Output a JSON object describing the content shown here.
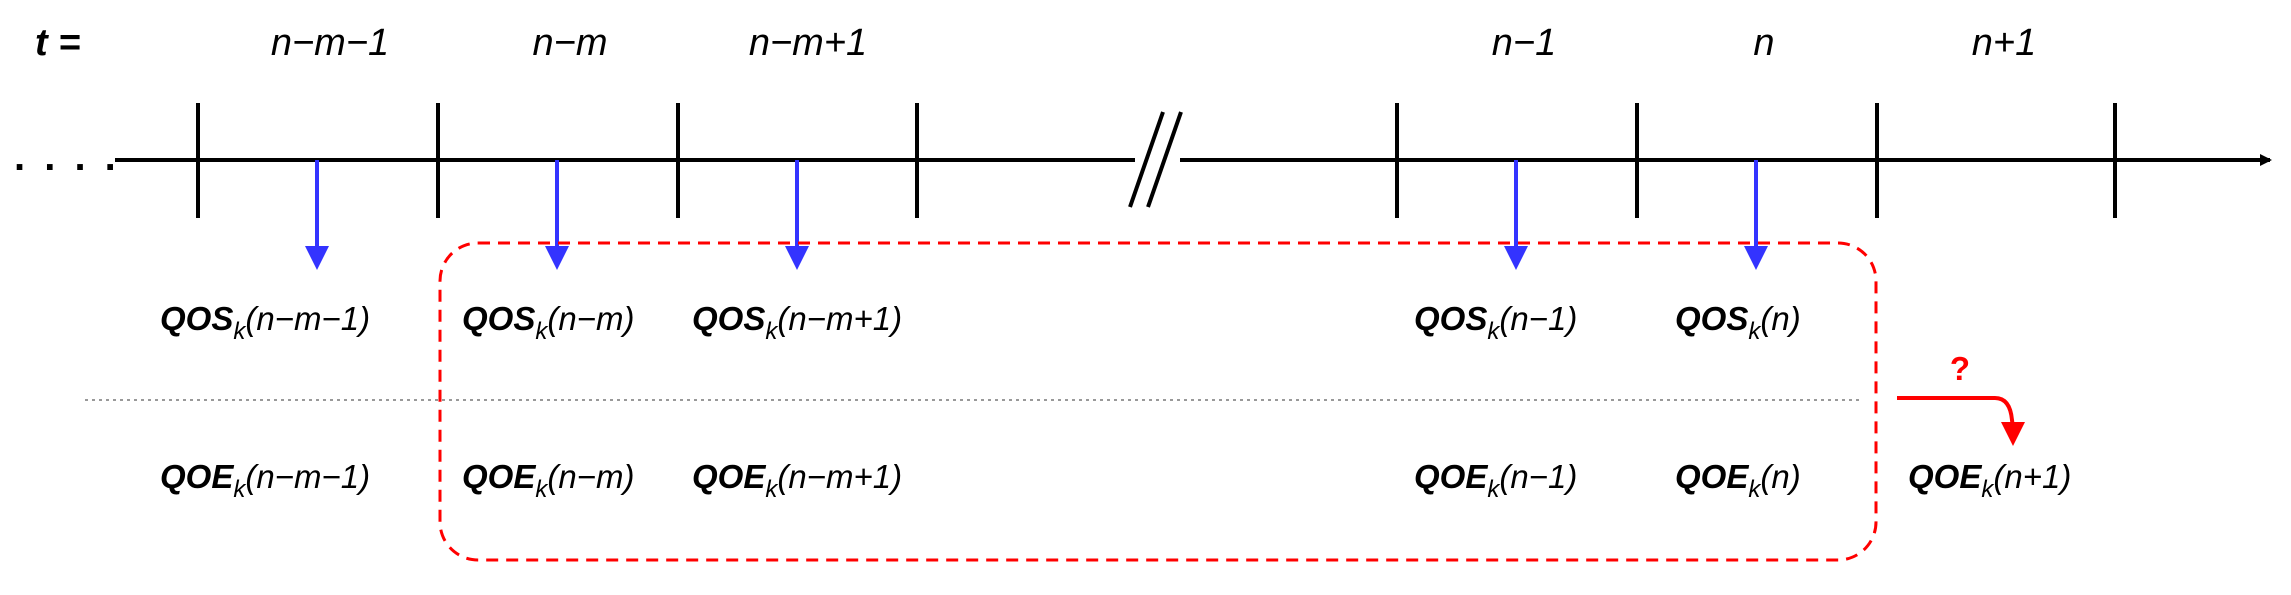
{
  "time_label": "t =",
  "ellipsis": ". . . .",
  "ticks": [
    "n−m−1",
    "n−m",
    "n−m+1",
    "n−1",
    "n",
    "n+1"
  ],
  "qos": {
    "name": "QOS",
    "sub": "k",
    "args": [
      "(n−m−1)",
      "(n−m)",
      "(n−m+1)",
      "(n−1)",
      "(n)"
    ]
  },
  "qoe": {
    "name": "QOE",
    "sub": "k",
    "args": [
      "(n−m−1)",
      "(n−m)",
      "(n−m+1)",
      "(n−1)",
      "(n)"
    ]
  },
  "prediction": {
    "question": "?",
    "name": "QOE",
    "sub": "k",
    "arg": "(n+1)"
  },
  "colors": {
    "axis": "#000000",
    "sample_arrow": "#3333ff",
    "window_border": "#ff0000",
    "prediction_arrow": "#ff0000",
    "separator": "#999999"
  }
}
